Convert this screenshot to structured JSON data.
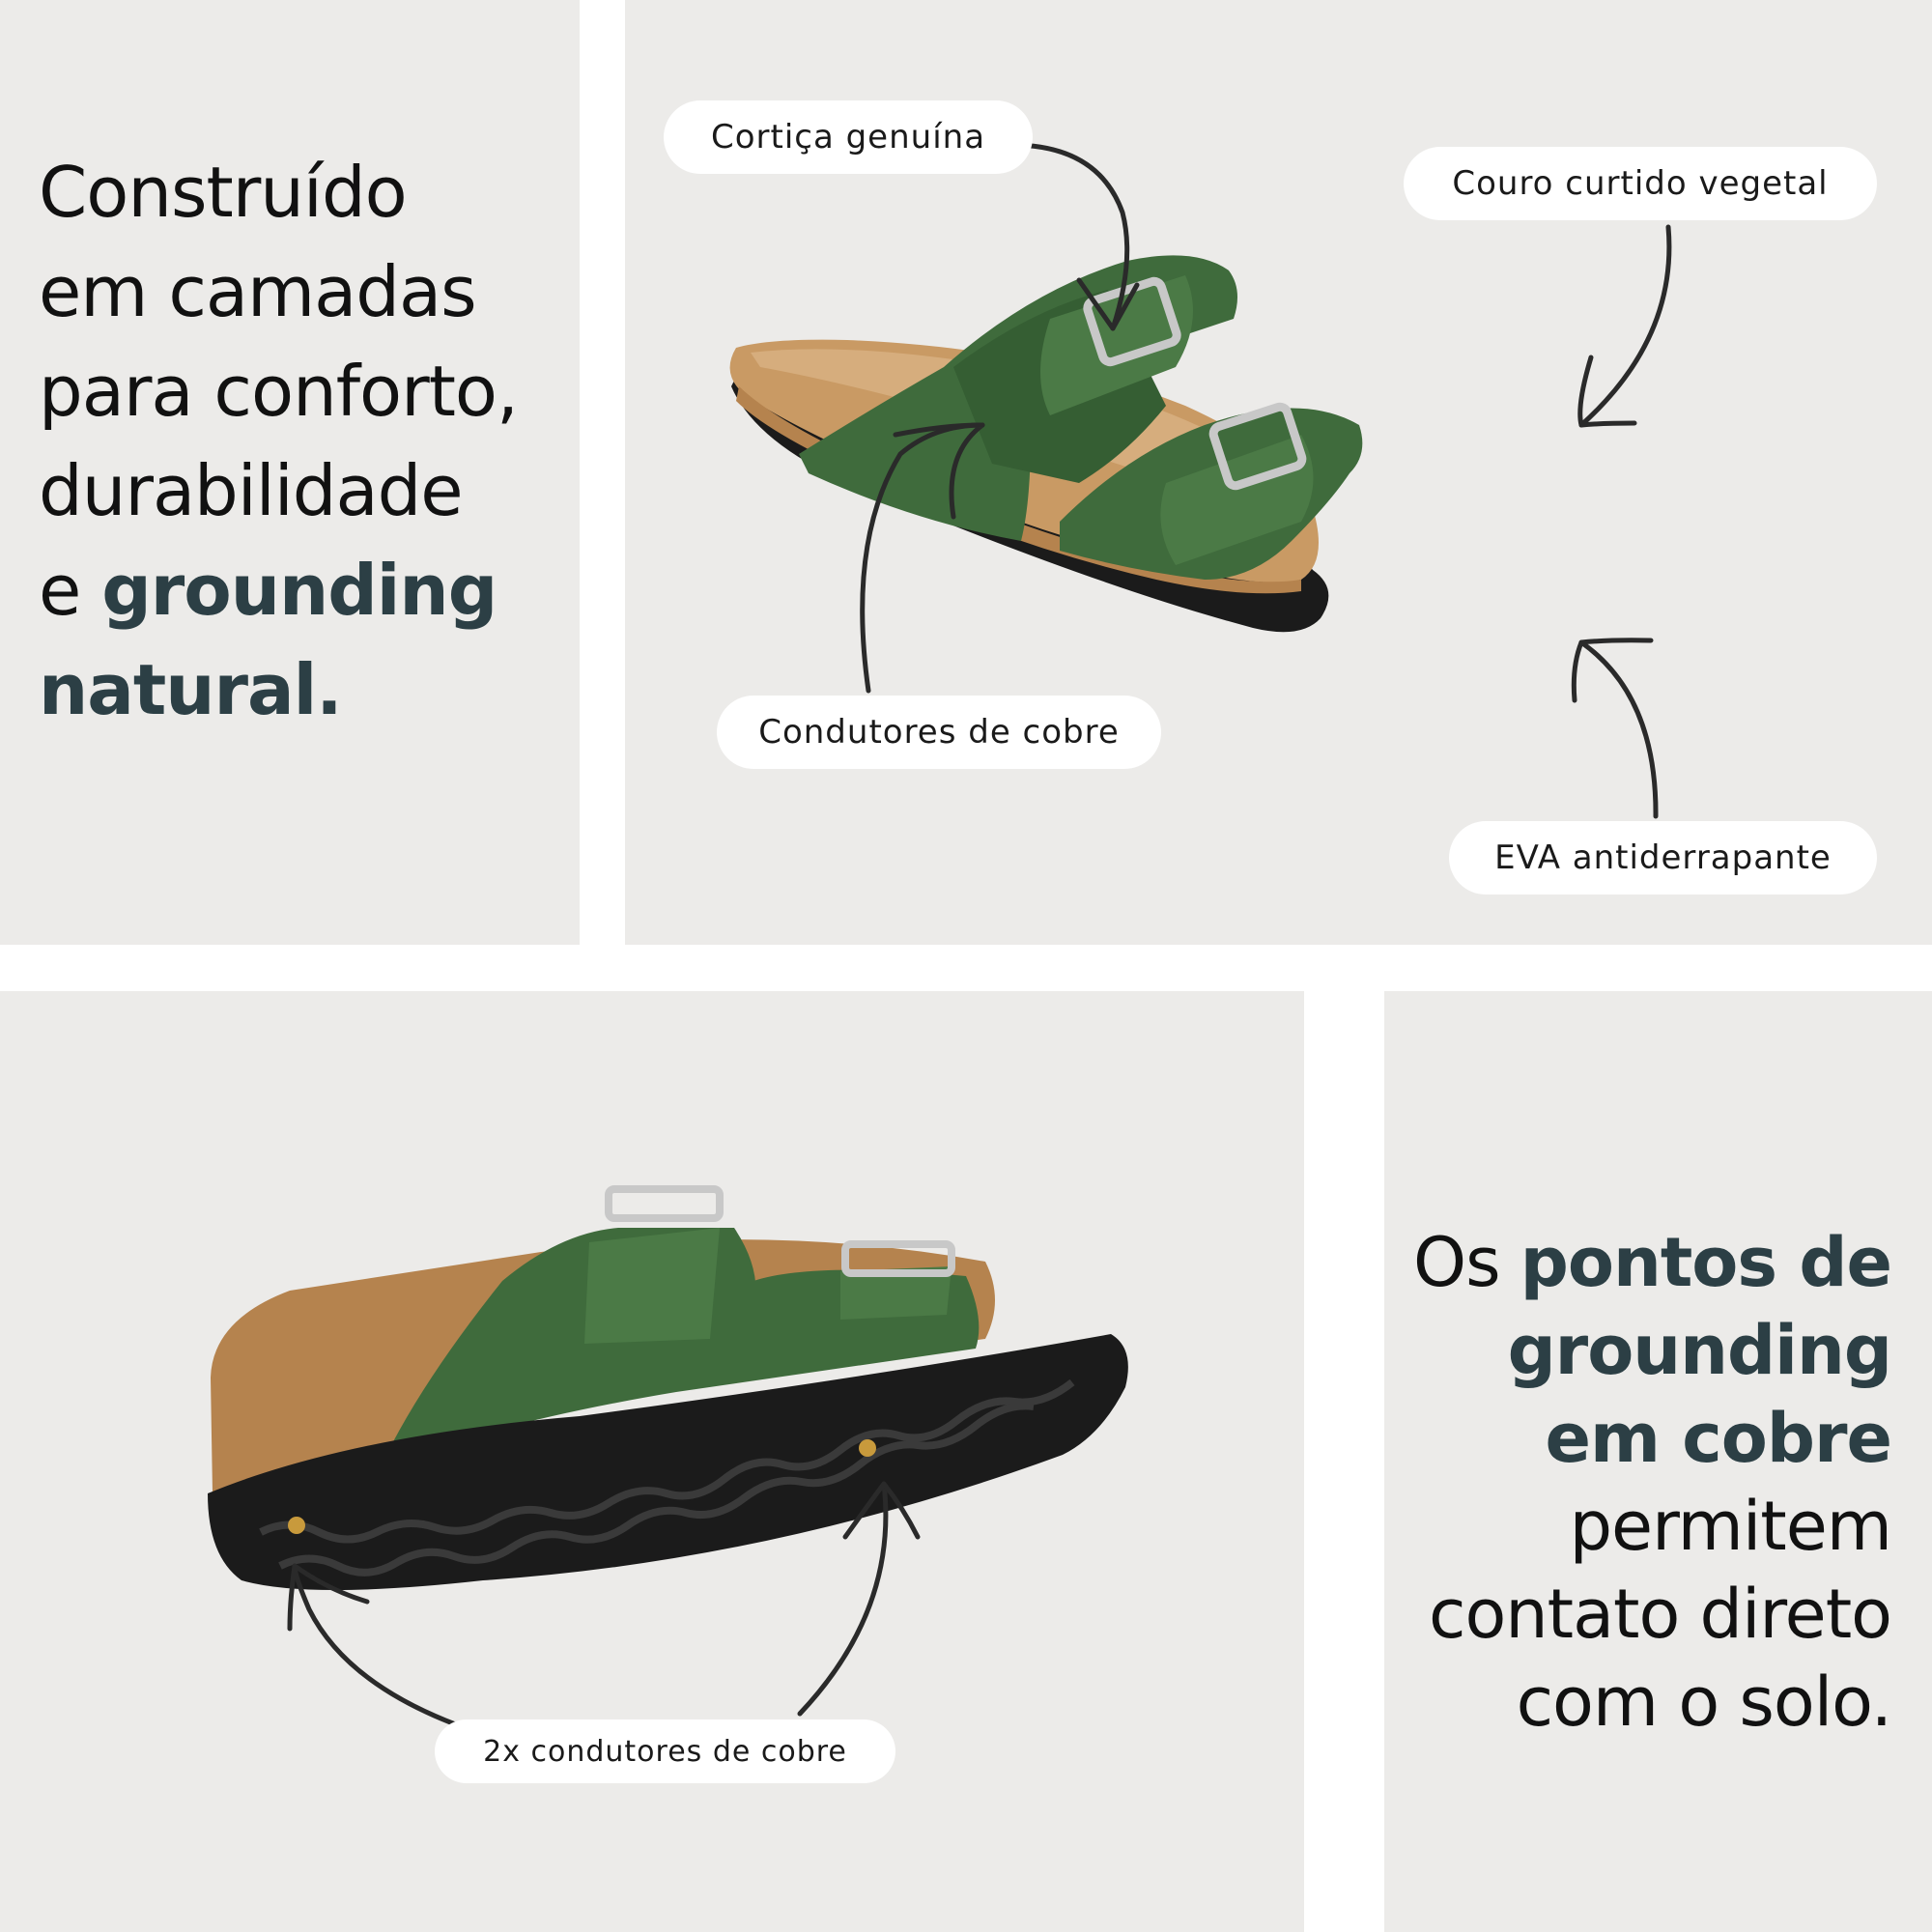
{
  "left_top": {
    "headline_lines": [
      {
        "text": "Construído",
        "accent": false
      },
      {
        "text": "em camadas",
        "accent": false
      },
      {
        "text": "para conforto,",
        "accent": false
      },
      {
        "text": "durabilidade",
        "accent": false
      },
      {
        "prefix": "e ",
        "text": "grounding",
        "accent": true
      },
      {
        "text": "natural.",
        "accent": true
      }
    ]
  },
  "callouts": {
    "cortica": "Cortiça genuína",
    "couro": "Couro curtido vegetal",
    "condutores": "Condutores de cobre",
    "eva": "EVA antiderrapante",
    "dois_condutores": "2x condutores de cobre"
  },
  "right_bottom": {
    "line1_plain": "Os ",
    "line1_accent": "pontos de",
    "line2_accent": "grounding",
    "line3_accent": "em cobre",
    "line4": "permitem",
    "line5": "contato direto",
    "line6": "com o solo."
  },
  "colors": {
    "panel_bg": "#ecebe9",
    "accent_text": "#2c3f45",
    "leather_green": "#3f6b3c",
    "cork": "#c99a64",
    "sole": "#1b1b1b",
    "copper": "#c89a3c"
  },
  "product_images": [
    "green-double-buckle-sandal-top-view",
    "green-double-buckle-sandal-sole-view"
  ]
}
